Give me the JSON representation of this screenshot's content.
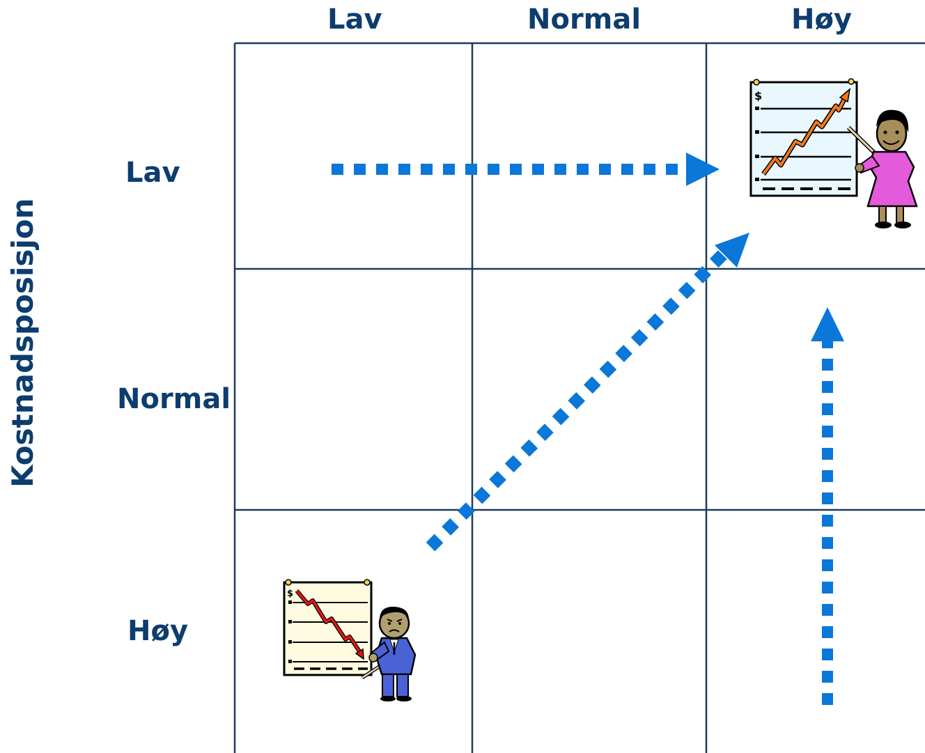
{
  "columns": [
    "Lav",
    "Normal",
    "Høy"
  ],
  "rows": [
    "Lav",
    "Normal",
    "Høy"
  ],
  "y_axis_label": "Kostnadsposisjon",
  "icons": {
    "top_right": "presenter-woman-rising-chart-icon",
    "bottom_left": "presenter-man-falling-chart-icon"
  },
  "colors": {
    "label": "#0d3d6e",
    "grid": "#1f3a5f",
    "arrow": "#0a77d9",
    "rising_line": "#f07820",
    "falling_line": "#e01818"
  },
  "chart_glyph": "$"
}
